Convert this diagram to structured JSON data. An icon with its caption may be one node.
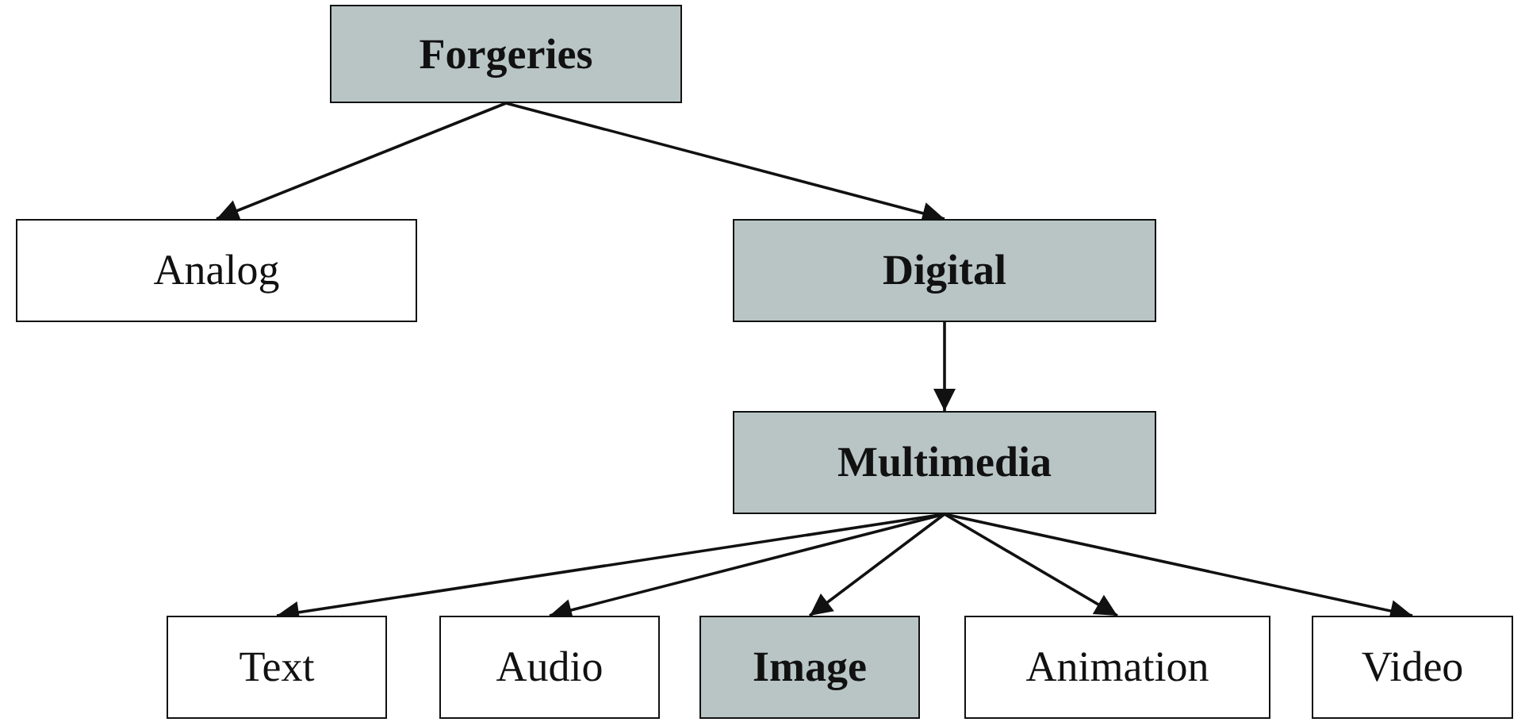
{
  "diagram": {
    "nodes": [
      {
        "text": [
          "Forgeries"
        ]
      },
      {
        "text": [
          "Analog"
        ]
      },
      {
        "text": [
          "Digital"
        ]
      },
      {
        "text": [
          "Multimedia"
        ]
      },
      {
        "text": [
          "Text"
        ]
      },
      {
        "text": [
          "Audio"
        ]
      },
      {
        "text": [
          "Image"
        ]
      },
      {
        "text": [
          "Animation"
        ]
      },
      {
        "text": [
          "Video"
        ]
      }
    ],
    "edges": [
      {
        "from": 0,
        "to": 1,
        "arrow": "to"
      },
      {
        "from": 0,
        "to": 2,
        "arrow": "to"
      },
      {
        "from": 2,
        "to": 3,
        "arrow": "to"
      },
      {
        "from": 3,
        "to": 4,
        "arrow": "to"
      },
      {
        "from": 3,
        "to": 5,
        "arrow": "to"
      },
      {
        "from": 3,
        "to": 6,
        "arrow": "to"
      },
      {
        "from": 3,
        "to": 7,
        "arrow": "to"
      },
      {
        "from": 3,
        "to": 8,
        "arrow": "to"
      }
    ]
  }
}
